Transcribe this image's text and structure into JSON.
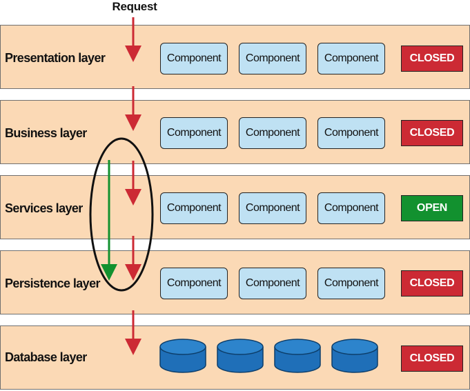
{
  "request_label": "Request",
  "colors": {
    "layer_fill": "#fbd9b5",
    "component_fill": "#bfe1f3",
    "database_fill": "#1f6fb8",
    "closed": "#cc2a34",
    "open": "#12912f",
    "request_arrow": "#cc2a34",
    "bypass_arrow": "#12912f"
  },
  "layers": [
    {
      "name": "Presentation layer",
      "components": [
        "Component",
        "Component",
        "Component"
      ],
      "status": "CLOSED",
      "status_type": "closed"
    },
    {
      "name": "Business layer",
      "components": [
        "Component",
        "Component",
        "Component"
      ],
      "status": "CLOSED",
      "status_type": "closed"
    },
    {
      "name": "Services layer",
      "components": [
        "Component",
        "Component",
        "Component"
      ],
      "status": "OPEN",
      "status_type": "open"
    },
    {
      "name": "Persistence layer",
      "components": [
        "Component",
        "Component",
        "Component"
      ],
      "status": "CLOSED",
      "status_type": "closed"
    },
    {
      "name": "Database layer",
      "databases": 4,
      "status": "CLOSED",
      "status_type": "closed"
    }
  ]
}
